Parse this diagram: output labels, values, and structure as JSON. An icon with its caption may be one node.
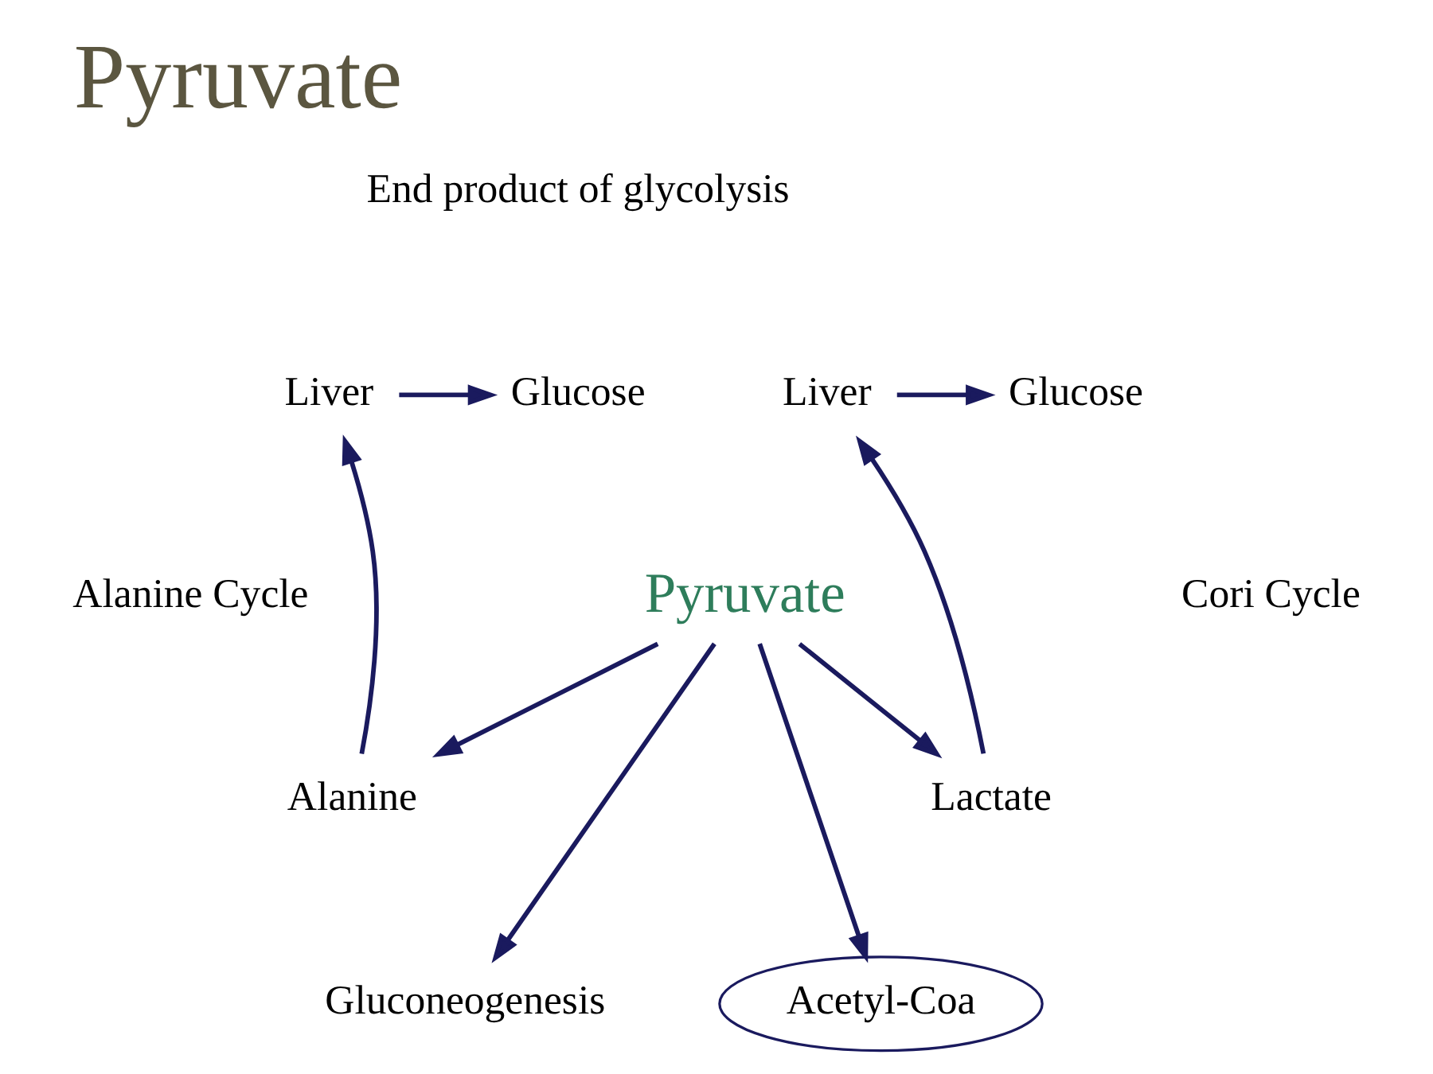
{
  "diagram": {
    "title": "Pyruvate",
    "nodes": [
      {
        "text": [
          "Liver"
        ]
      },
      {
        "text": [
          "Glucose"
        ]
      },
      {
        "text": [
          "Pyruvate"
        ]
      },
      {
        "text": [
          "Alanine"
        ]
      },
      {
        "text": [
          "Gluconeogenesis"
        ]
      },
      {
        "text": [
          "Acetyl-Coa"
        ]
      },
      {
        "text": [
          "Lactate"
        ]
      },
      {
        "text": [
          "Glucose"
        ]
      },
      {
        "text": [
          "Liver"
        ]
      }
    ],
    "edges": [
      {
        "from": 0,
        "to": 1,
        "arrow": "to"
      },
      {
        "from": 2,
        "to": 3,
        "arrow": "to"
      },
      {
        "from": 2,
        "to": 4,
        "arrow": "to"
      },
      {
        "from": 2,
        "to": 5,
        "arrow": "to"
      },
      {
        "from": 2,
        "to": 6,
        "arrow": "to"
      },
      {
        "from": 6,
        "to": 8,
        "arrow": "to"
      },
      {
        "from": 3,
        "to": 0,
        "arrow": "to"
      },
      {
        "from": 8,
        "to": 7,
        "arrow": "to"
      }
    ],
    "labels": [
      "End product of glycolysis",
      "Alanine Cycle",
      "Cori Cycle"
    ]
  }
}
